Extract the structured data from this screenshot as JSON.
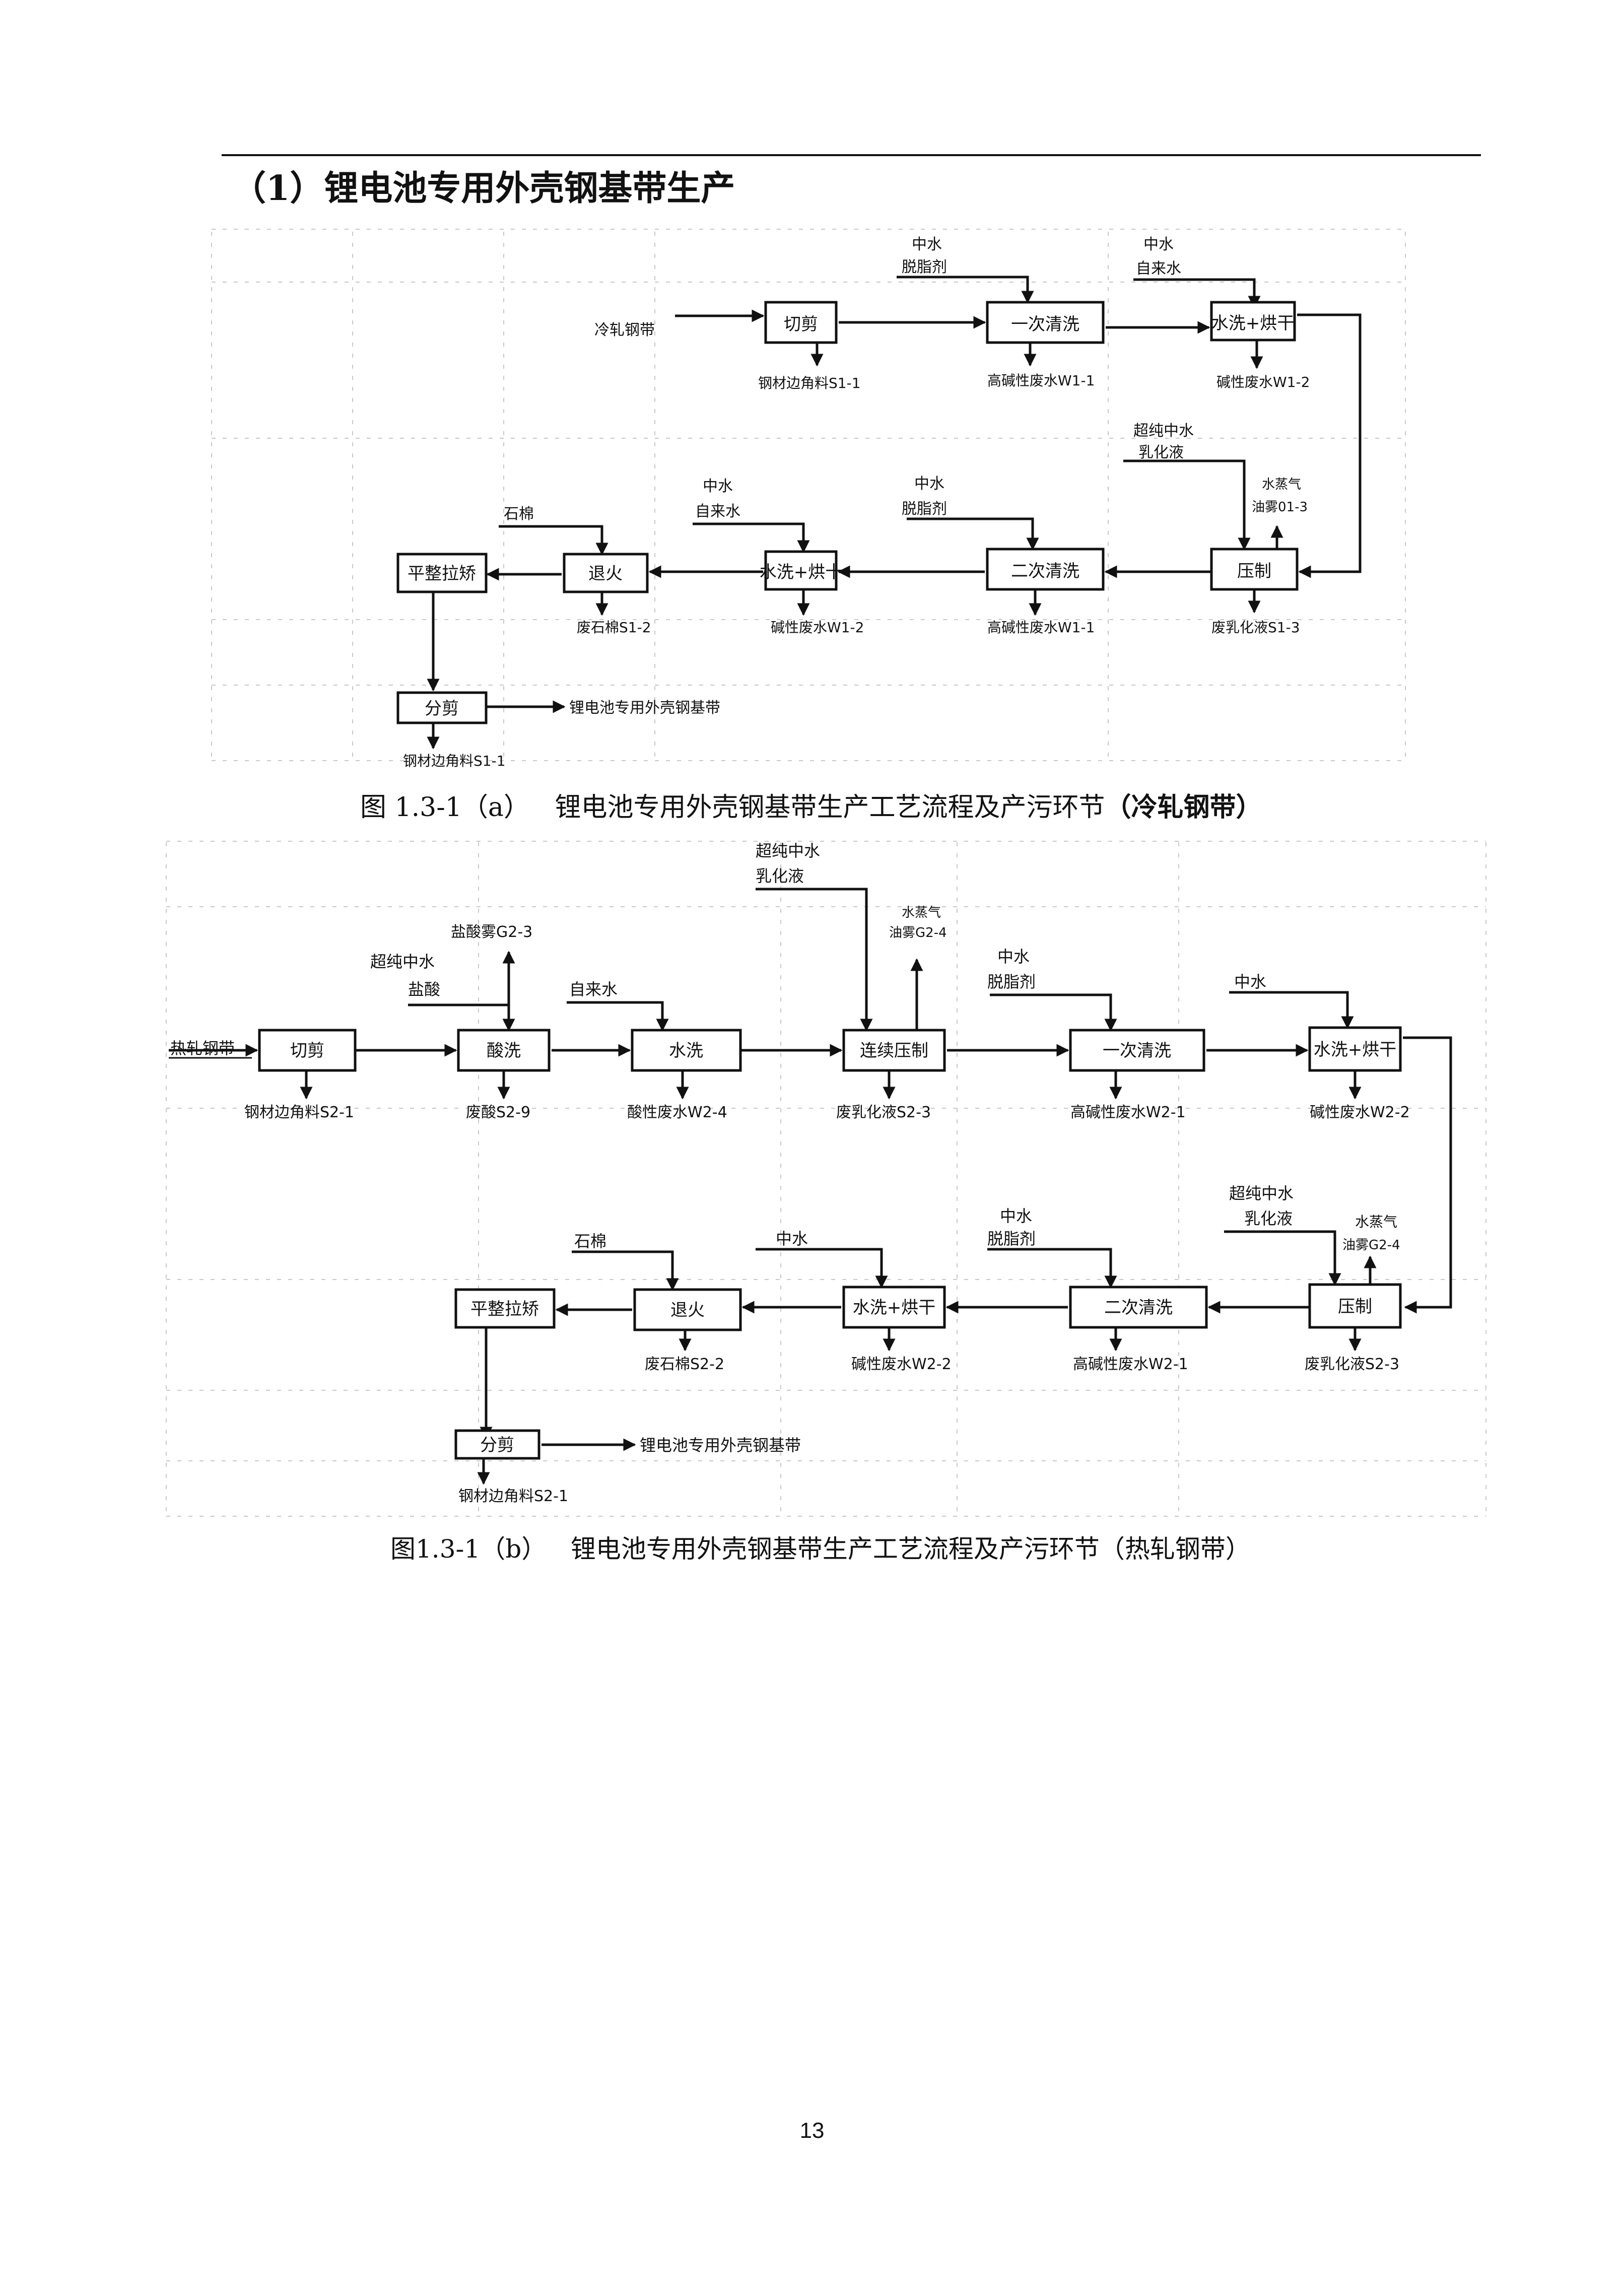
{
  "section_heading": "（1）锂电池专用外壳钢基带生产",
  "figure_a": {
    "caption_number": "图 1.3-1（a）",
    "caption_text": "锂电池专用外壳钢基带生产工艺流程及产污环节",
    "caption_suffix": "（冷轧钢带）",
    "input": "冷轧钢带",
    "steps": {
      "cut": "切剪",
      "wash1": "一次清洗",
      "rinse_dry1": "水洗+烘干",
      "press": "压制",
      "wash2": "二次清洗",
      "rinse_dry2": "水洗+烘十",
      "anneal": "退火",
      "level": "平整拉矫",
      "split": "分剪"
    },
    "inputs": {
      "wash1": [
        "中水",
        "脱脂剂"
      ],
      "rinse_dry1": [
        "中水",
        "自来水"
      ],
      "press": [
        "超纯中水",
        "乳化液"
      ],
      "wash2": [
        "中水",
        "脱脂剂"
      ],
      "rinse_dry2": [
        "中水",
        "自来水"
      ],
      "anneal": [
        "石棉"
      ]
    },
    "outputs": {
      "cut": "钢材边角料S1-1",
      "wash1": "高碱性废水W1-1",
      "rinse_dry1": "碱性废水W1-2",
      "press": "废乳化液S1-3",
      "wash2": "高碱性废水W1-1",
      "rinse_dry2": "碱性废水W1-2",
      "anneal": "废石棉S1-2",
      "split": "钢材边角料S1-1"
    },
    "emission": [
      "水蒸气",
      "油雾01-3"
    ],
    "product": "锂电池专用外壳钢基带"
  },
  "figure_b": {
    "caption_number": "图1.3-1（b）",
    "caption_text": "锂电池专用外壳钢基带生产工艺流程及产污环节（热轧钢带）",
    "input": "热轧钢带",
    "steps": {
      "cut": "切剪",
      "pickle": "酸洗",
      "rinse": "水洗",
      "cpress": "连续压制",
      "wash1": "一次清洗",
      "rinse_dry1": "水洗+烘干",
      "press": "压制",
      "wash2": "二次清洗",
      "rinse_dry2": "水洗+烘干",
      "anneal": "退火",
      "level": "平整拉矫",
      "split": "分剪"
    },
    "inputs": {
      "pickle": [
        "超纯中水",
        "盐酸"
      ],
      "rinse": [
        "自来水"
      ],
      "cpress": [
        "超纯中水",
        "乳化液"
      ],
      "wash1": [
        "中水",
        "脱脂剂"
      ],
      "rinse_dry1": [
        "中水"
      ],
      "press": [
        "超纯中水",
        "乳化液"
      ],
      "wash2": [
        "中水",
        "脱脂剂"
      ],
      "rinse_dry2": [
        "中水"
      ],
      "anneal": [
        "石棉"
      ]
    },
    "outputs": {
      "cut": "钢材边角料S2-1",
      "pickle": "废酸S2-9",
      "rinse": "酸性废水W2-4",
      "cpress": "废乳化液S2-3",
      "wash1": "高碱性废水W2-1",
      "rinse_dry1": "碱性废水W2-2",
      "press": "废乳化液S2-3",
      "wash2": "高碱性废水W2-1",
      "rinse_dry2": "碱性废水W2-2",
      "anneal": "废石棉S2-2",
      "split": "钢材边角料S2-1"
    },
    "emissions": {
      "pickle": "盐酸雾G2-3",
      "cpress": [
        "水蒸气",
        "油雾G2-4"
      ],
      "press": [
        "水蒸气",
        "油雾G2-4"
      ]
    },
    "product": "锂电池专用外壳钢基带"
  },
  "page_number": "13"
}
